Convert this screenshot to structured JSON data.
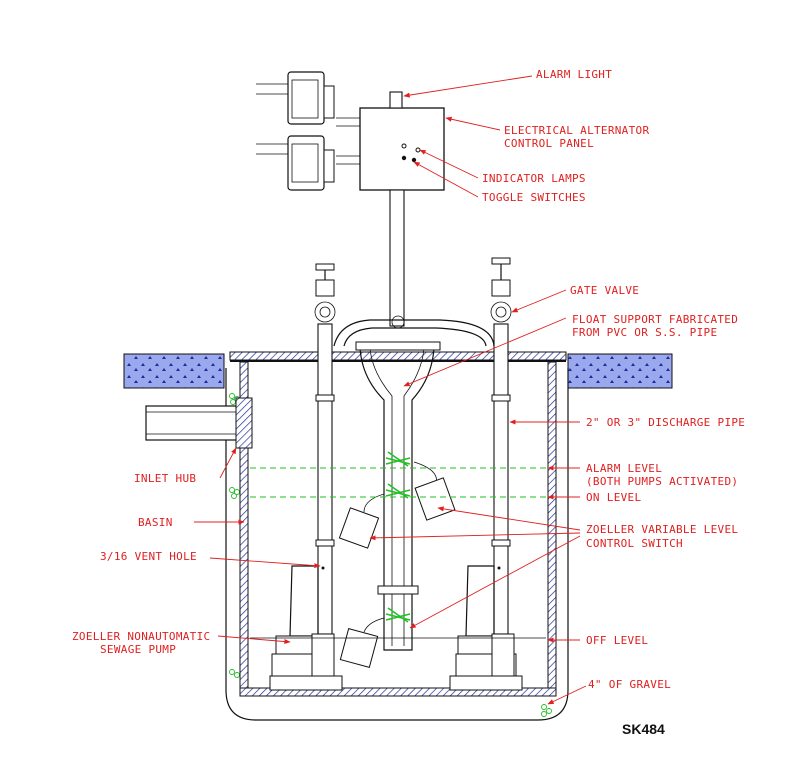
{
  "labels": {
    "alarm_light": "ALARM LIGHT",
    "alternator_line1": "ELECTRICAL ALTERNATOR",
    "alternator_line2": "CONTROL PANEL",
    "indicator_lamps": "INDICATOR LAMPS",
    "toggle_switches": "TOGGLE SWITCHES",
    "gate_valve": "GATE VALVE",
    "float_support_line1": "FLOAT SUPPORT FABRICATED",
    "float_support_line2": "FROM PVC OR S.S. PIPE",
    "discharge_pipe": "2\" OR 3\" DISCHARGE PIPE",
    "inlet_hub": "INLET HUB",
    "alarm_level_line1": "ALARM LEVEL",
    "alarm_level_line2": "(BOTH PUMPS ACTIVATED)",
    "on_level": "ON LEVEL",
    "basin": "BASIN",
    "variable_switch_line1": "ZOELLER VARIABLE LEVEL",
    "variable_switch_line2": "CONTROL SWITCH",
    "vent_hole": "3/16 VENT HOLE",
    "pump_line1": "ZOELLER NONAUTOMATIC",
    "pump_line2": "SEWAGE PUMP",
    "off_level": "OFF LEVEL",
    "gravel": "4\" OF GRAVEL"
  },
  "drawing_code": "SK484",
  "colors": {
    "label": "#e02020",
    "level_line": "#22c022",
    "ground": "#3030b0",
    "outline": "#111111"
  }
}
